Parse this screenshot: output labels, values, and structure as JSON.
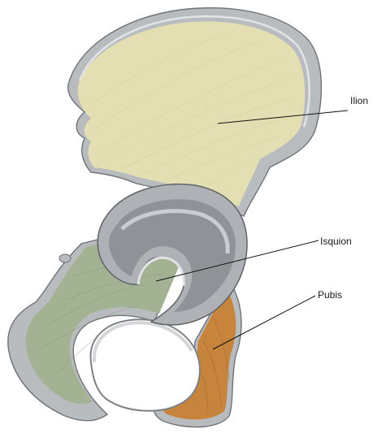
{
  "labels": {
    "ilium": "Ilion",
    "ischium": "Isquion",
    "pubis": "Pubis"
  },
  "colors": {
    "ilium": "#e4dfb2",
    "ischium": "#a3b293",
    "pubis": "#c7843c",
    "bone_rim": "#b9bcbf",
    "acetabulum": "#9ea2a6",
    "leader_line": "#111111"
  }
}
